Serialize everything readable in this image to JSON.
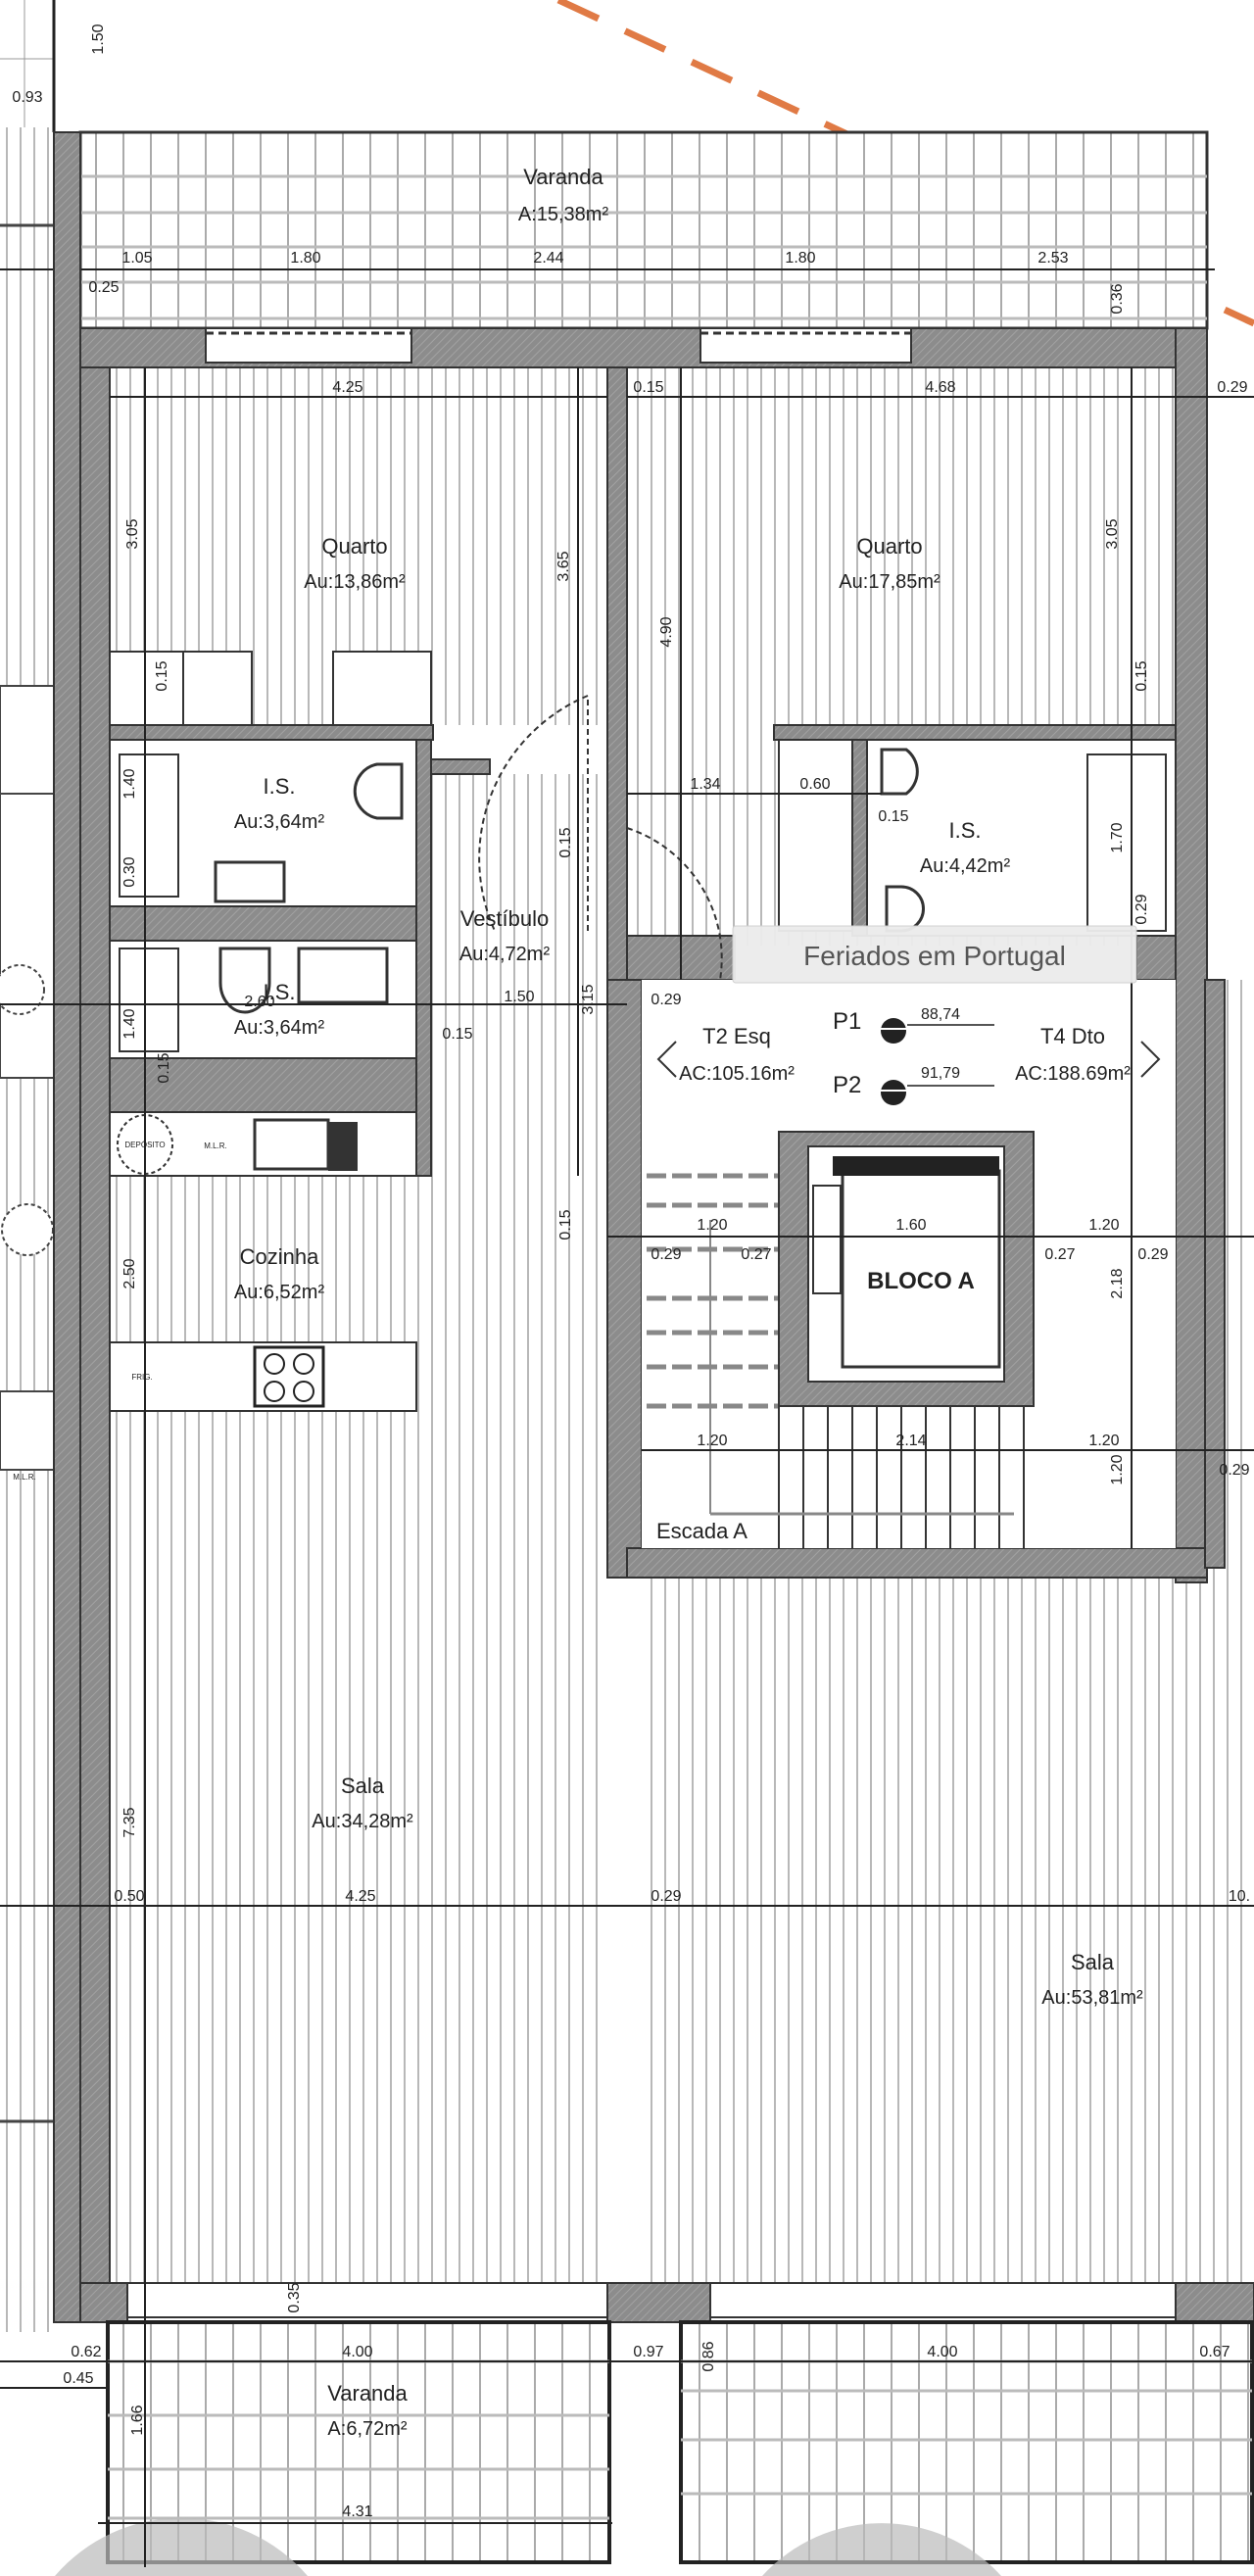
{
  "rooms": {
    "varanda_top": {
      "name": "Varanda",
      "area": "A:15,38m²"
    },
    "quarto_left": {
      "name": "Quarto",
      "area": "Au:13,86m²"
    },
    "quarto_right": {
      "name": "Quarto",
      "area": "Au:17,85m²"
    },
    "is_left_upper": {
      "name": "I.S.",
      "area": "Au:3,64m²"
    },
    "is_right": {
      "name": "I.S.",
      "area": "Au:4,42m²"
    },
    "vestibulo": {
      "name": "Vestíbulo",
      "area": "Au:4,72m²"
    },
    "is_left_lower": {
      "name": "I.S.",
      "area": "Au:3,64m²"
    },
    "cozinha": {
      "name": "Cozinha",
      "area": "Au:6,52m²"
    },
    "sala_left": {
      "name": "Sala",
      "area": "Au:34,28m²"
    },
    "sala_right": {
      "name": "Sala",
      "area": "Au:53,81m²"
    },
    "varanda_bottom": {
      "name": "Varanda",
      "area": "A:6,72m²"
    }
  },
  "units": {
    "t2": {
      "name": "T2 Esq",
      "area": "AC:105.16m²"
    },
    "t4": {
      "name": "T4 Dto",
      "area": "AC:188.69m²"
    }
  },
  "core": {
    "bloco": "BLOCO A",
    "escada": "Escada A",
    "p1_label": "P1",
    "p1_value": "88,74",
    "p2_label": "P2",
    "p2_value": "91,79"
  },
  "fixtures": {
    "mlr": "M.L.R.",
    "deposito": "DEPÓSITO",
    "frig": "FRIG.",
    "mlr2": "M.L.R."
  },
  "tooltip": "Feriados em Portugal",
  "dims": [
    "1.50",
    "0.93",
    "1.05",
    "1.80",
    "2.44",
    "1.80",
    "2.53",
    "0.25",
    "0.36",
    "4.25",
    "0.15",
    "4.68",
    "0.29",
    "3.05",
    "3.65",
    "4.90",
    "3.05",
    "0.15",
    "0.15",
    "1.40",
    "0.30",
    "1.34",
    "0.60",
    "0.15",
    "1.70",
    "0.15",
    "0.29",
    "2.60",
    "1.50",
    "3.15",
    "0.29",
    "1.40",
    "0.15",
    "0.15",
    "0.15",
    "1.20",
    "0.29",
    "0.27",
    "1.60",
    "1.20",
    "0.27",
    "0.29",
    "2.18",
    "2.50",
    "1.20",
    "2.14",
    "1.20",
    "1.20",
    "0.29",
    "7.35",
    "0.50",
    "4.25",
    "0.29",
    "10.",
    "0.35",
    "0.62",
    "4.00",
    "0.97",
    "0.86",
    "4.00",
    "0.67",
    "0.45",
    "1.66",
    "4.31"
  ],
  "colors": {
    "wall": "#8c8c8c",
    "hatch_line": "#b5b5b5",
    "section_line": "#e07a45",
    "tooltip_bg": "#ececec"
  }
}
